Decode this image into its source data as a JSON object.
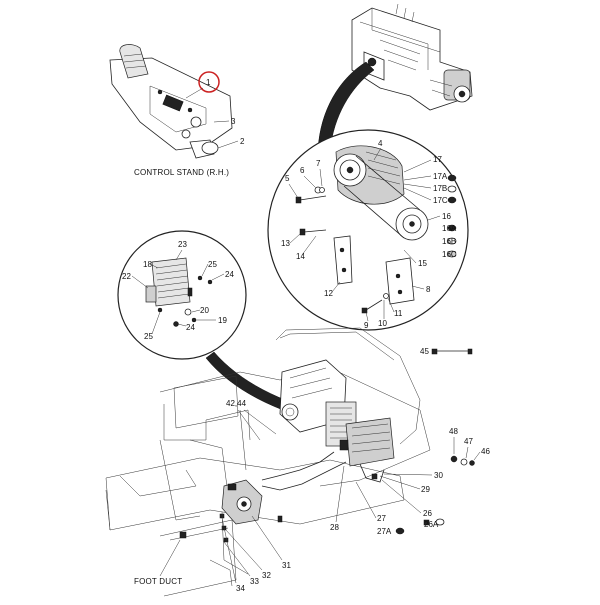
{
  "captions": {
    "control_stand": "CONTROL STAND (R.H.)",
    "foot_duct": "FOOT DUCT"
  },
  "highlight": {
    "label": "1",
    "ring_color": "#cc2222"
  },
  "callouts": {
    "c2": "2",
    "c3": "3",
    "c4": "4",
    "c5": "5",
    "c6": "6",
    "c7": "7",
    "c8": "8",
    "c9": "9",
    "c10": "10",
    "c11": "11",
    "c12": "12",
    "c13": "13",
    "c14": "14",
    "c15": "15",
    "c16": "16",
    "c16a": "16A",
    "c16b": "16B",
    "c16c": "16C",
    "c17": "17",
    "c17a": "17A",
    "c17b": "17B",
    "c17c": "17C",
    "c18": "18",
    "c19": "19",
    "c20": "20",
    "c22": "22",
    "c23": "23",
    "c24a": "24",
    "c24b": "24",
    "c25a": "25",
    "c25b": "25",
    "c26": "26",
    "c26a": "26A",
    "c27": "27",
    "c27a": "27A",
    "c28": "28",
    "c29": "29",
    "c30": "30",
    "c31": "31",
    "c32": "32",
    "c33": "33",
    "c34": "34",
    "c4244": "42,44",
    "c45": "45",
    "c46": "46",
    "c47": "47",
    "c48": "48"
  },
  "colors": {
    "line": "#222222",
    "background": "#ffffff",
    "highlight_ring": "#cc2222"
  }
}
